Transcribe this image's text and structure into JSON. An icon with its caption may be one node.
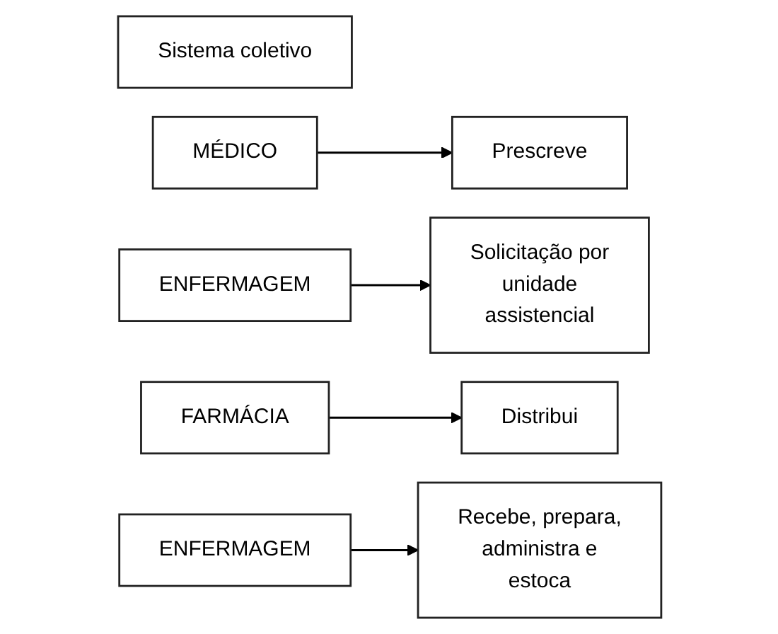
{
  "diagram": {
    "nodes": [
      {
        "text": [
          "Sistema coletivo"
        ]
      },
      {
        "text": [
          "MÉDICO"
        ]
      },
      {
        "text": [
          "Prescreve"
        ]
      },
      {
        "text": [
          "ENFERMAGEM"
        ]
      },
      {
        "text": [
          "Solicitação por unidade assistencial"
        ]
      },
      {
        "text": [
          "FARMÁCIA"
        ]
      },
      {
        "text": [
          "Distribui"
        ]
      },
      {
        "text": [
          "ENFERMAGEM"
        ]
      },
      {
        "text": [
          "Recebe, prepara, administra e estoca"
        ]
      }
    ],
    "edges": [
      {
        "from": 1,
        "to": 2,
        "arrow": "to"
      },
      {
        "from": 3,
        "to": 4,
        "arrow": "to"
      },
      {
        "from": 5,
        "to": 6,
        "arrow": "to"
      },
      {
        "from": 7,
        "to": 8,
        "arrow": "to"
      }
    ]
  }
}
